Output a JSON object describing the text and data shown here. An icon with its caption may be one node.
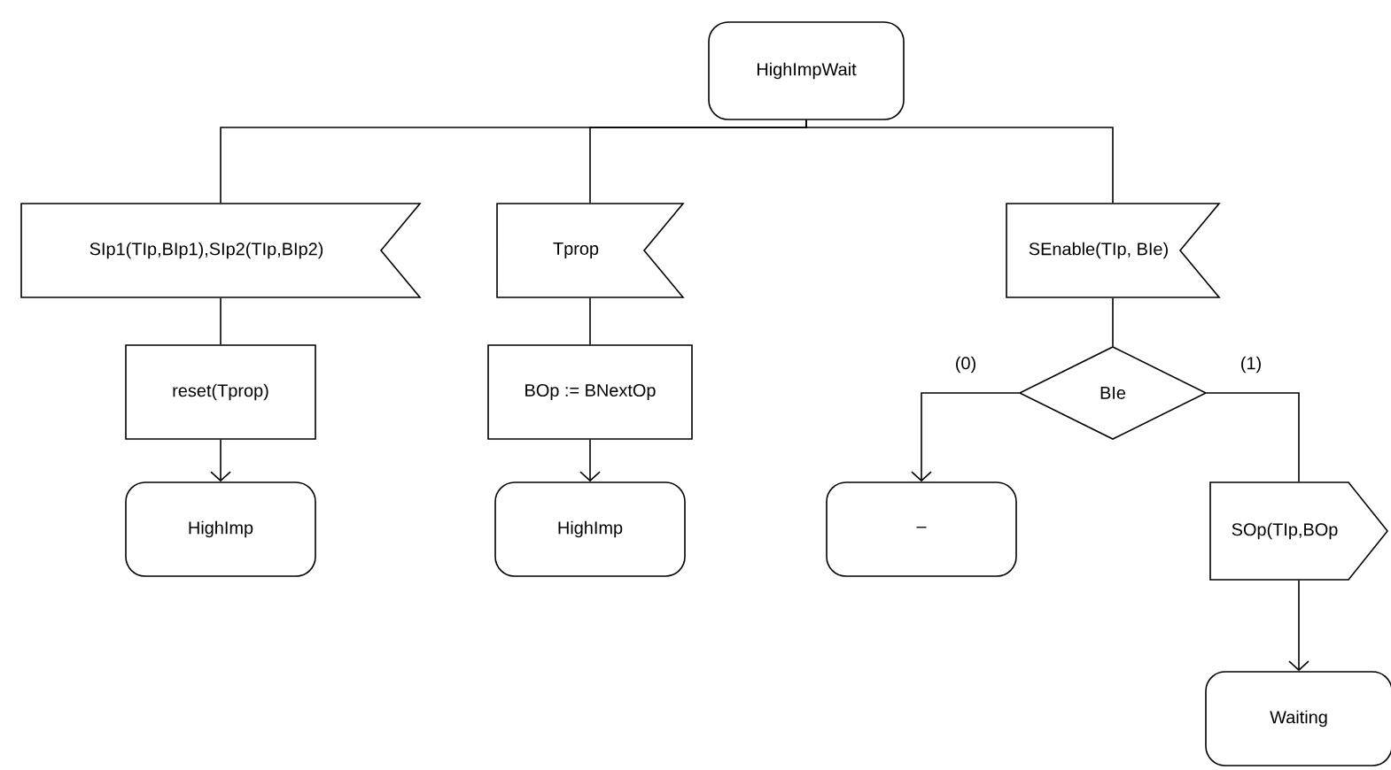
{
  "diagram": {
    "nodes": [
      {
        "text": [
          "HighImpWait"
        ]
      },
      {
        "text": [
          "SIp1(TIp,BIp1),SIp2(TIp,BIp2)"
        ]
      },
      {
        "text": [
          "Tprop"
        ]
      },
      {
        "text": [
          "SEnable(TIp, BIe)"
        ]
      },
      {
        "text": [
          "reset(Tprop)"
        ]
      },
      {
        "text": [
          "BOp := BNextOp"
        ]
      },
      {
        "text": [
          "BIe"
        ]
      },
      {
        "text": [
          "HighImp"
        ]
      },
      {
        "text": [
          "HighImp"
        ]
      },
      {
        "text": [
          "–"
        ]
      },
      {
        "text": [
          "SOp(TIp,BOp"
        ]
      },
      {
        "text": [
          "Waiting"
        ]
      }
    ],
    "edges": [
      {
        "from": 0,
        "to": 1,
        "arrow": "none"
      },
      {
        "from": 0,
        "to": 2,
        "arrow": "none"
      },
      {
        "from": 0,
        "to": 3,
        "arrow": "none"
      },
      {
        "from": 1,
        "to": 4,
        "arrow": "none"
      },
      {
        "from": 4,
        "to": 7,
        "arrow": "to"
      },
      {
        "from": 2,
        "to": 5,
        "arrow": "none"
      },
      {
        "from": 5,
        "to": 8,
        "arrow": "to"
      },
      {
        "from": 3,
        "to": 6,
        "arrow": "none"
      },
      {
        "from": 6,
        "to": 9,
        "arrow": "to",
        "label": "(0)"
      },
      {
        "from": 6,
        "to": 10,
        "arrow": "none",
        "label": "(1)"
      },
      {
        "from": 10,
        "to": 11,
        "arrow": "to"
      }
    ]
  }
}
